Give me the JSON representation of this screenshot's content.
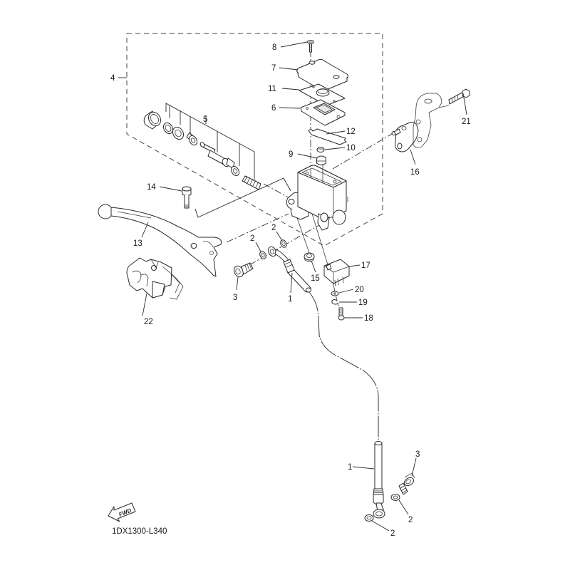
{
  "diagram": {
    "title": "Front master cylinder exploded parts diagram",
    "diagram_code": "1DX1300-L340",
    "direction_marker": {
      "icon": "fwd-arrow-icon",
      "text": "FWD"
    },
    "callouts": [
      {
        "id": "c8",
        "number": "8",
        "part": "screw"
      },
      {
        "id": "c7",
        "number": "7",
        "part": "reservoir-cap"
      },
      {
        "id": "c11",
        "number": "11",
        "part": "cap-plate"
      },
      {
        "id": "c6",
        "number": "6",
        "part": "diaphragm"
      },
      {
        "id": "c12",
        "number": "12",
        "part": "label-sheet"
      },
      {
        "id": "c10",
        "number": "10",
        "part": "circlip"
      },
      {
        "id": "c9",
        "number": "9",
        "part": "boot"
      },
      {
        "id": "c4",
        "number": "4",
        "part": "master-cylinder-assembly"
      },
      {
        "id": "c5",
        "number": "5",
        "part": "master-cylinder-kit"
      },
      {
        "id": "c14",
        "number": "14",
        "part": "lever-bolt"
      },
      {
        "id": "c13",
        "number": "13",
        "part": "brake-lever"
      },
      {
        "id": "c22",
        "number": "22",
        "part": "switch-housing"
      },
      {
        "id": "c21",
        "number": "21",
        "part": "bracket-bolt"
      },
      {
        "id": "c16",
        "number": "16",
        "part": "holder"
      },
      {
        "id": "c2a",
        "number": "2",
        "part": "gasket-upper-right"
      },
      {
        "id": "c2b",
        "number": "2",
        "part": "gasket-upper-left"
      },
      {
        "id": "c3a",
        "number": "3",
        "part": "union-bolt-upper"
      },
      {
        "id": "c1a",
        "number": "1",
        "part": "brake-hose-upper"
      },
      {
        "id": "c15",
        "number": "15",
        "part": "nut"
      },
      {
        "id": "c17",
        "number": "17",
        "part": "brake-switch"
      },
      {
        "id": "c20",
        "number": "20",
        "part": "washer"
      },
      {
        "id": "c19",
        "number": "19",
        "part": "spring-washer"
      },
      {
        "id": "c18",
        "number": "18",
        "part": "screw-switch"
      },
      {
        "id": "c1b",
        "number": "1",
        "part": "brake-hose-lower"
      },
      {
        "id": "c3b",
        "number": "3",
        "part": "union-bolt-lower"
      },
      {
        "id": "c2c",
        "number": "2",
        "part": "gasket-lower-right"
      },
      {
        "id": "c2d",
        "number": "2",
        "part": "gasket-lower-bottom"
      }
    ]
  }
}
